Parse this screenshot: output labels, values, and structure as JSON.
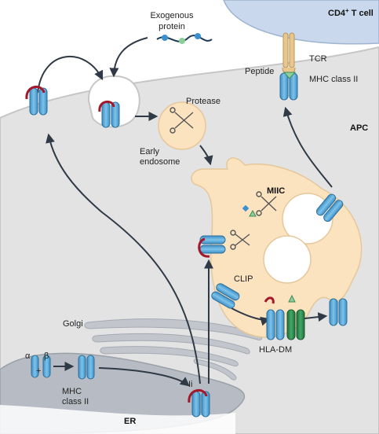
{
  "labels": {
    "t_cell": "CD4",
    "t_cell_sup": "+",
    "t_cell_suffix": " T cell",
    "exogenous_1": "Exogenous",
    "exogenous_2": "protein",
    "tcr": "TCR",
    "peptide": "Peptide",
    "mhc_class_ii_top": "MHC class II",
    "apc": "APC",
    "protease": "Protease",
    "early_1": "Early",
    "early_2": "endosome",
    "miic": "MIIC",
    "clip": "CLIP",
    "golgi": "Golgi",
    "hla_dm": "HLA-DM",
    "alpha": "α",
    "beta": "β",
    "plus": "+",
    "mhc_1": "MHC",
    "mhc_2": "class II",
    "ii": "Ii",
    "er": "ER"
  },
  "colors": {
    "t_cell_fill": "#c9d8ec",
    "apc_fill": "#e3e3e3",
    "endosome_fill": "#fbe3bf",
    "er_fill": "#b7bcc4",
    "golgi_fill": "#c2c6cc",
    "mhc_blue": "#5aa9d8",
    "ii_red": "#a3182a",
    "hla_dm_green": "#2e8a4e",
    "arrow": "#2f3a46"
  },
  "icons": [
    "scissors-icon",
    "protein-chain-icon",
    "peptide-triangle-icon"
  ]
}
